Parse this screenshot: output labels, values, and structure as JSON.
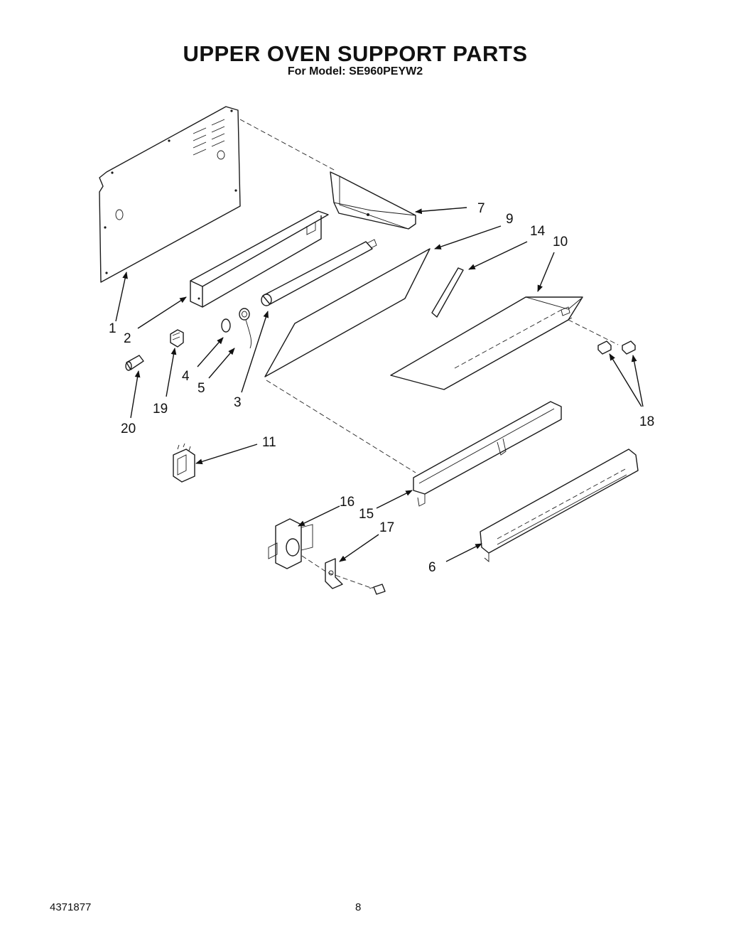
{
  "header": {
    "title": "UPPER OVEN SUPPORT PARTS",
    "subtitle": "For Model: SE960PEYW2"
  },
  "callouts": [
    "1",
    "2",
    "3",
    "4",
    "5",
    "6",
    "7",
    "9",
    "10",
    "11",
    "14",
    "15",
    "16",
    "17",
    "18",
    "19",
    "20"
  ],
  "footer": {
    "doc_number": "4371877",
    "page_number": "8"
  }
}
